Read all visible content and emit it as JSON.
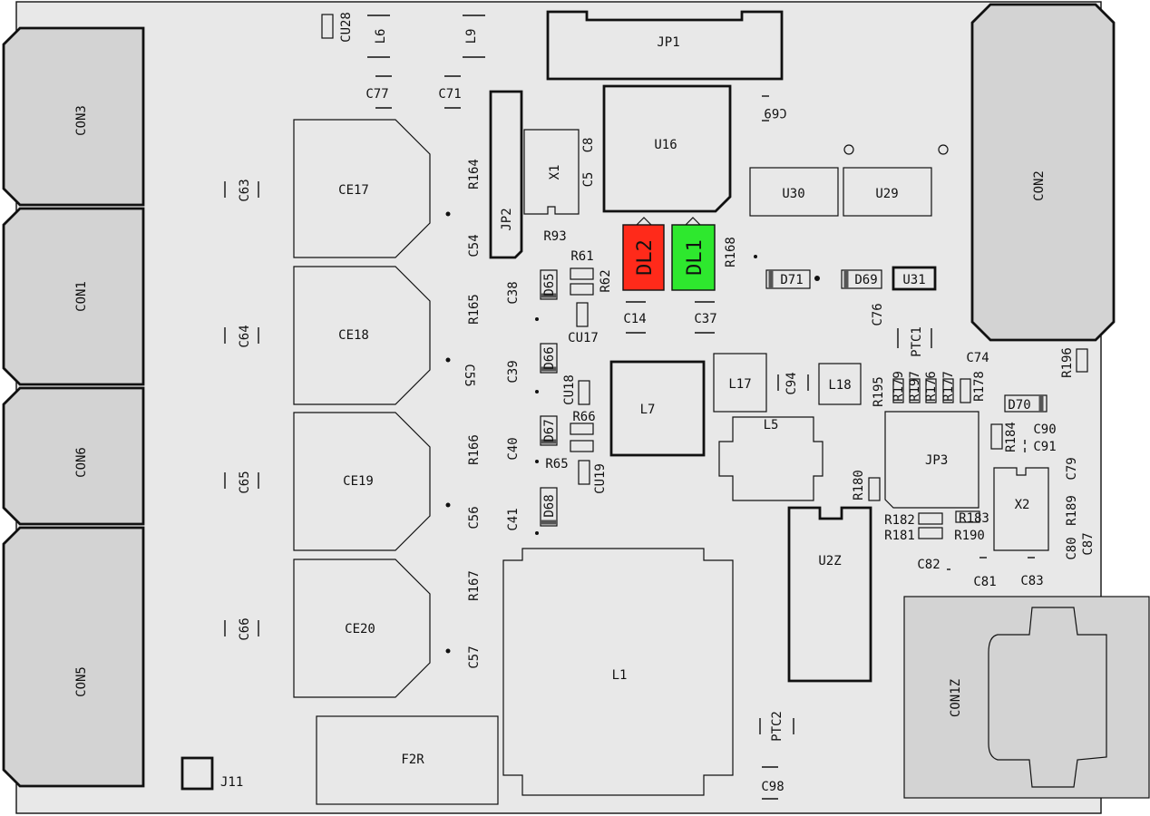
{
  "board": {
    "background": "#e8e8e8",
    "connector_fill": "#d3d3d3",
    "led_red": "#ff2a1a",
    "led_green": "#2ee82e"
  },
  "connectors": {
    "con3": "CON3",
    "con1": "CON1",
    "con6": "CON6",
    "con5": "CON5",
    "con2": "CON2",
    "con1z": "CON1Z"
  },
  "headers": {
    "jp1": "JP1",
    "jp2": "JP2",
    "jp3": "JP3",
    "j11": "J11"
  },
  "ics": {
    "u16": "U16",
    "u30": "U30",
    "u29": "U29",
    "u31": "U31",
    "u2z": "U2Z",
    "x1": "X1",
    "x2": "X2",
    "f2r": "F2R"
  },
  "inductors": {
    "l1": "L1",
    "l5": "L5",
    "l6": "L6",
    "l7": "L7",
    "l9": "L9",
    "l17": "L17",
    "l18": "L18"
  },
  "electrolytics": {
    "ce17": "CE17",
    "ce18": "CE18",
    "ce19": "CE19",
    "ce20": "CE20"
  },
  "leds": {
    "dl2": "DL2",
    "dl1": "DL1"
  },
  "diodes": {
    "d65": "D65",
    "d66": "D66",
    "d67": "D67",
    "d68": "D68",
    "d69": "D69",
    "d70": "D70",
    "d71": "D71"
  },
  "capacitors": {
    "c5": "C5",
    "c8": "C8",
    "c14": "C14",
    "c37": "C37",
    "c38": "C38",
    "c39": "C39",
    "c40": "C40",
    "c41": "C41",
    "c54": "C54",
    "c55": "C55",
    "c56": "C56",
    "c57": "C57",
    "c63": "C63",
    "c64": "C64",
    "c65": "C65",
    "c66": "C66",
    "c69": "C69",
    "c71": "C71",
    "c74": "C74",
    "c76": "C76",
    "c77": "C77",
    "c79": "C79",
    "c80": "C80",
    "c81": "C81",
    "c82": "C82",
    "c83": "C83",
    "c87": "C87",
    "c90": "C90",
    "c91": "C91",
    "c94": "C94",
    "c98": "C98",
    "cu17": "CU17",
    "cu18": "CU18",
    "cu19": "CU19",
    "cu28": "CU28"
  },
  "resistors": {
    "r61": "R61",
    "r62": "R62",
    "r65": "R65",
    "r66": "R66",
    "r93": "R93",
    "r164": "R164",
    "r165": "R165",
    "r166": "R166",
    "r167": "R167",
    "r168": "R168",
    "r176": "R176",
    "r177": "R177",
    "r178": "R178",
    "r179": "R179",
    "r180": "R180",
    "r181": "R181",
    "r182": "R182",
    "r183": "R183",
    "r184": "R184",
    "r189": "R189",
    "r190": "R190",
    "r195": "R195",
    "r196": "R196",
    "r197": "R197"
  },
  "ptc": {
    "ptc1": "PTC1",
    "ptc2": "PTC2"
  }
}
